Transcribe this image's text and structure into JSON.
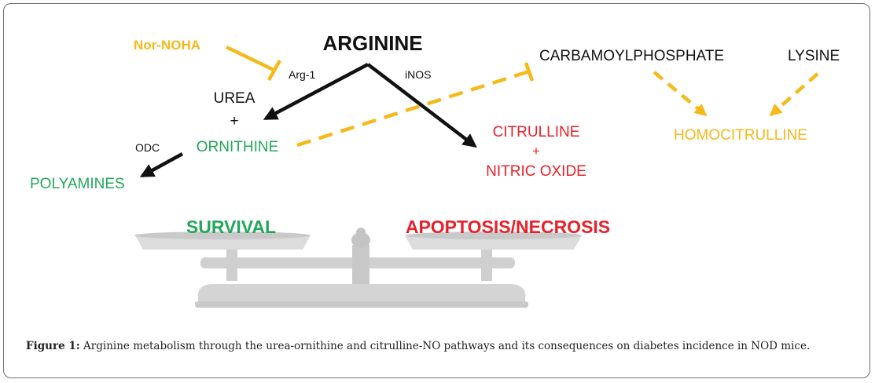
{
  "diagram": {
    "nodes": {
      "arginine": "ARGININE",
      "nor_noha": "Nor-NOHA",
      "arg1": "Arg-1",
      "inos": "iNOS",
      "carbamoylphosphate": "CARBAMOYLPHOSPHATE",
      "lysine": "LYSINE",
      "urea": "UREA",
      "plus_urea": "+",
      "ornithine": "ORNITHINE",
      "odc": "ODC",
      "polyamines": "POLYAMINES",
      "citrulline": "CITRULLINE",
      "plus_citrulline": "+",
      "nitric_oxide": "NITRIC OXIDE",
      "homocitrulline": "HOMOCITRULLINE",
      "survival": "SURVIVAL",
      "apoptosis": "APOPTOSIS/NECROSIS"
    },
    "colors": {
      "black": "#111111",
      "green": "#22a85a",
      "red": "#e8202a",
      "yellow": "#f6b91a",
      "scale": "#d9d9d9"
    }
  },
  "caption": {
    "label": "Figure 1:",
    "text": " Arginine metabolism through the urea-ornithine and citrulline-NO pathways and its consequences on diabetes incidence in NOD mice."
  }
}
